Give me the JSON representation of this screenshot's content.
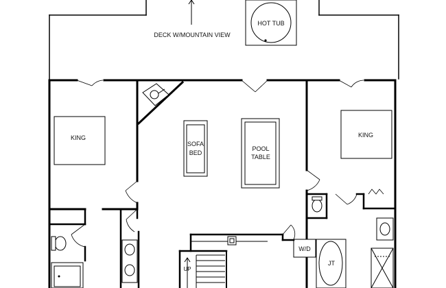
{
  "labels": {
    "deck": "DECK W/MOUNTAIN VIEW",
    "hot_tub": "HOT TUB",
    "king_left": "KING",
    "king_right": "KING",
    "sofa_line1": "SOFA",
    "sofa_line2": "BED",
    "pool_line1": "POOL",
    "pool_line2": "TABLE",
    "washer_dryer": "W/D",
    "jetted_tub": "JT",
    "stairs_up": "UP"
  }
}
